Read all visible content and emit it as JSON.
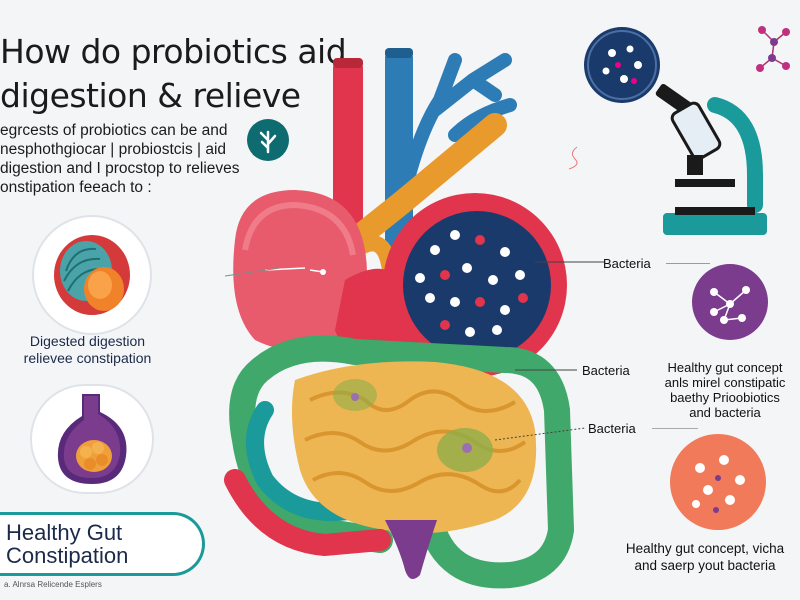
{
  "title": {
    "line1": "How do probiotics aid",
    "line2": "digestion & relieve"
  },
  "intro": {
    "line1": "egrcests of probiotics can be and",
    "line2": "nesphothgiocar | probiostcis | aid",
    "line3": "digestion and I procstop to relieves",
    "line4": "onstipation feeach to :"
  },
  "digest_label": {
    "line1": "Digested digestion",
    "line2": "relievee constipation"
  },
  "banner": {
    "line1": "Healthy Gut",
    "line2": "Constipation"
  },
  "footnote": "a. Alnrsa Relicende Esplers",
  "callouts": {
    "bacteria_1": "Bacteria",
    "bacteria_2": "Bacteria",
    "bacteria_3": "Bacteria"
  },
  "right_text_1": {
    "line1": "Healthy gut concept",
    "line2": "anls mirel constipatic",
    "line3": "baethy Prioobiotics",
    "line4": "and bacteria"
  },
  "right_text_2": {
    "line1": "Healthy gut concept, vicha",
    "line2": "and saerp yout bacteria"
  },
  "icons": [
    "leaf-icon",
    "microscope-icon",
    "molecule-icon",
    "bacteria-petri-icon",
    "stomach-icon",
    "intestine-icon",
    "liver-icon",
    "colon-icon"
  ],
  "colors": {
    "red_organ": "#e0354c",
    "liver_pink": "#e85b6c",
    "blue_vessel": "#2d7cb5",
    "orange_vessel": "#e89a2c",
    "navy": "#1a3a6b",
    "intestine_yellow": "#edb652",
    "colon_green": "#3fa86a",
    "teal": "#1a9a9a",
    "purple": "#7b3c8e",
    "salmon": "#f07a5a"
  }
}
